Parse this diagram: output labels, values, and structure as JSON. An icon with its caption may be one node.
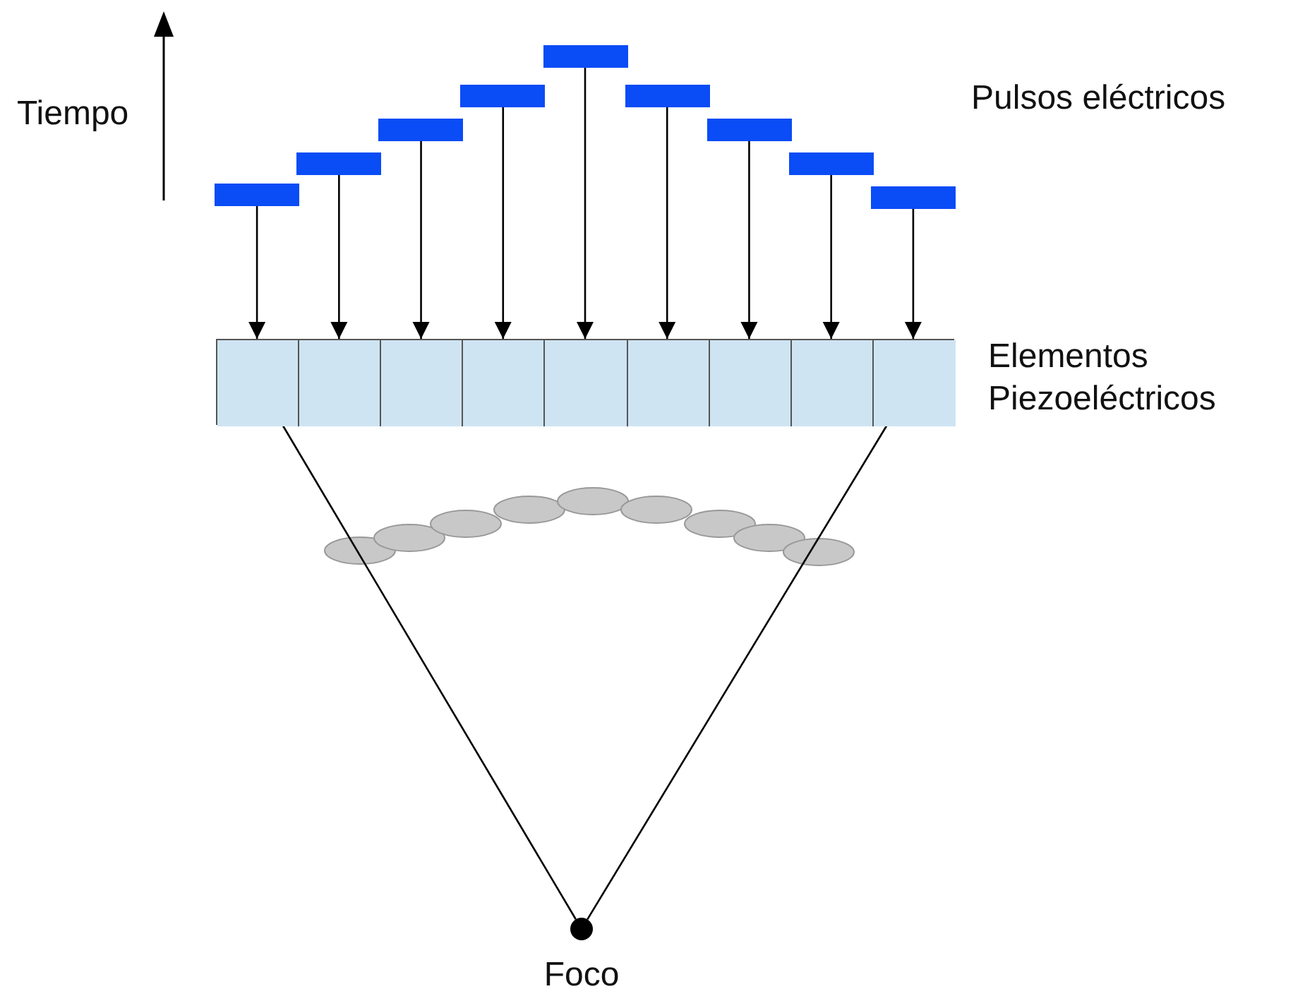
{
  "diagram": {
    "nodes": [
      {
        "text": [],
        "shape": "bar"
      },
      {
        "text": [],
        "shape": "bar"
      },
      {
        "text": [],
        "shape": "bar"
      },
      {
        "text": [],
        "shape": "bar"
      },
      {
        "text": [],
        "shape": "bar"
      },
      {
        "text": [],
        "shape": "bar"
      },
      {
        "text": [],
        "shape": "bar"
      },
      {
        "text": [],
        "shape": "bar"
      },
      {
        "text": [],
        "shape": "bar"
      },
      {
        "text": [],
        "shape": "box"
      },
      {
        "text": [],
        "shape": "box",
        "in": 9
      },
      {
        "text": [],
        "shape": "box",
        "in": 9
      },
      {
        "text": [],
        "shape": "box",
        "in": 9
      },
      {
        "text": [],
        "shape": "box",
        "in": 9
      },
      {
        "text": [],
        "shape": "box",
        "in": 9
      },
      {
        "text": [],
        "shape": "box",
        "in": 9
      },
      {
        "text": [],
        "shape": "box",
        "in": 9
      },
      {
        "text": [],
        "shape": "box",
        "in": 9
      },
      {
        "text": [],
        "shape": "box",
        "in": 9
      },
      {
        "text": [],
        "shape": "circle",
        "beside": [
          "Foco"
        ]
      }
    ],
    "edges": [
      {
        "from": 0,
        "to": 10,
        "arrow": "to"
      },
      {
        "from": 1,
        "to": 11,
        "arrow": "to"
      },
      {
        "from": 2,
        "to": 12,
        "arrow": "to"
      },
      {
        "from": 3,
        "to": 13,
        "arrow": "to"
      },
      {
        "from": 4,
        "to": 14,
        "arrow": "to"
      },
      {
        "from": 5,
        "to": 15,
        "arrow": "to"
      },
      {
        "from": 6,
        "to": 16,
        "arrow": "to"
      },
      {
        "from": 7,
        "to": 17,
        "arrow": "to"
      },
      {
        "from": 8,
        "to": 18,
        "arrow": "to"
      },
      {
        "from": 10,
        "to": 19,
        "arrow": "none"
      },
      {
        "from": 18,
        "to": 19,
        "arrow": "none"
      }
    ],
    "labels": [
      "Tiempo",
      "Pulsos eléctricos",
      "Elementos Piezoeléctricos"
    ]
  }
}
